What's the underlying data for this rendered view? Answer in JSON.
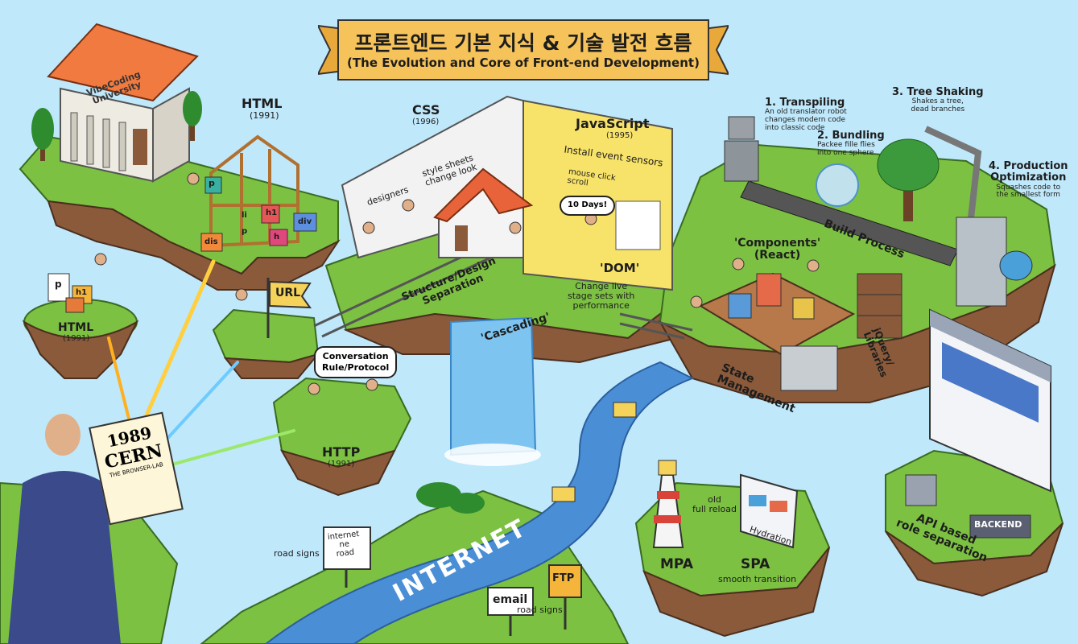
{
  "title": {
    "korean": "프론트엔드 기본 지식 & 기술 발전 흐름",
    "english": "(The Evolution and Core of Front-end Development)"
  },
  "university": {
    "line1": "VibeCoding",
    "line2": "University"
  },
  "document": {
    "line1": "1989",
    "line2": "CERN",
    "line3": "THE BROWSER-LAB"
  },
  "html_main": {
    "name": "HTML",
    "year": "(1991)",
    "tags": [
      "p",
      "h1",
      "div",
      "h",
      "dis",
      "p",
      "li"
    ]
  },
  "html_small": {
    "name": "HTML",
    "year": "(1991)",
    "tags": [
      "p",
      "h1"
    ]
  },
  "url_flag": "URL",
  "http": {
    "name": "HTTP",
    "year": "(1991)",
    "bubble_line1": "Conversation",
    "bubble_line2": "Rule/Protocol"
  },
  "css": {
    "name": "CSS",
    "year": "(1996)",
    "note_designers": "designers",
    "note_style_line1": "style sheets",
    "note_style_line2": "change look",
    "separation_line1": "Structure/Design",
    "separation_line2": "Separation",
    "cascading": "'Cascading'"
  },
  "javascript": {
    "name": "JavaScript",
    "year": "(1995)",
    "note_events": "Install event sensors",
    "note_mouse_line1": "mouse click",
    "note_mouse_line2": "scroll",
    "ten_days": "10 Days!",
    "dom": "'DOM'",
    "dom_note_line1": "Change live",
    "dom_note_line2": "stage sets with",
    "dom_note_line3": "performance"
  },
  "build": {
    "label": "Build Process",
    "step1_title": "1. Transpiling",
    "step1_line1": "An old translator robot",
    "step1_line2": "changes modern code",
    "step1_line3": "into classic code",
    "step2_title": "2. Bundling",
    "step2_line1": "Packee fille flies",
    "step2_line2": "into one sphere",
    "step3_title": "3. Tree Shaking",
    "step3_line1": "Shakes a tree,",
    "step3_line2": "dead branches",
    "step4_title_line1": "4. Production",
    "step4_title_line2": "Optimization",
    "step4_line1": "Squashes code to",
    "step4_line2": "the smallest form"
  },
  "components": {
    "line1": "'Components'",
    "line2": "(React)"
  },
  "state_management": {
    "line1": "State",
    "line2": "Management"
  },
  "libraries": {
    "line1": "jQuery/",
    "line2": "Libraries"
  },
  "mpa_spa": {
    "mpa": "MPA",
    "spa": "SPA",
    "old_line1": "old",
    "old_line2": "full reload",
    "hydration": "Hydration",
    "smooth": "smooth transition"
  },
  "api": {
    "line1": "API based",
    "line2": "role separation",
    "backend": "BACKEND"
  },
  "internet": "INTERNET",
  "road_signs_left": "road signs",
  "road_signs_bottom": "road signs",
  "sign_internet": {
    "line1": "internet",
    "line2": "ne",
    "line3": "road"
  },
  "sign_email": "email",
  "sign_ftp": "FTP",
  "colors": {
    "sky": "#bfe8fb",
    "grass": "#7cc142",
    "earth": "#8a5a3b",
    "river": "#4a8fd6",
    "banner": "#f6c35b",
    "js_wall": "#f8e36a"
  }
}
